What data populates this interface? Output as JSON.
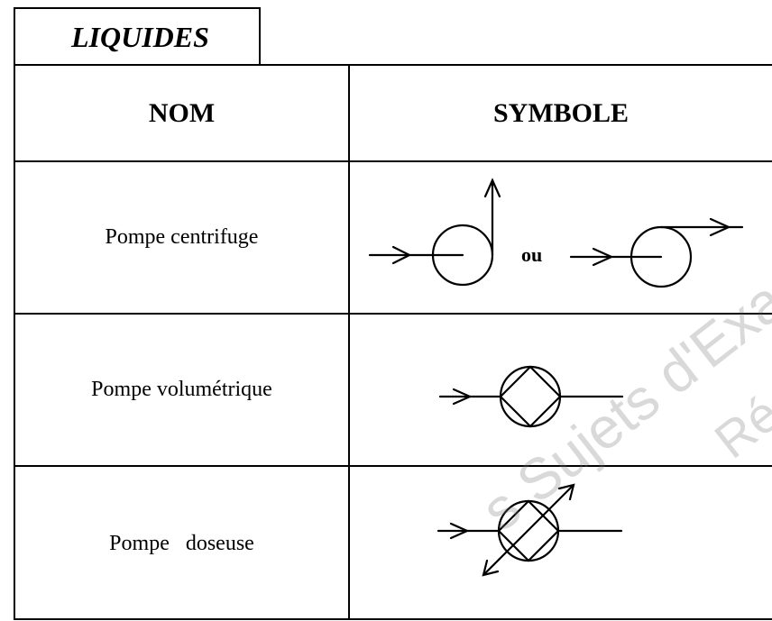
{
  "tab": {
    "title": "LIQUIDES"
  },
  "headers": {
    "name": "NOM",
    "symbol": "SYMBOLE"
  },
  "rows": [
    {
      "name": "Pompe centrifuge",
      "icon": "centrifugal-pump-symbol",
      "separator": "ou"
    },
    {
      "name": "Pompe volumétrique",
      "icon": "volumetric-pump-symbol"
    },
    {
      "name": "Pompe   doseuse",
      "icon": "metering-pump-symbol"
    }
  ],
  "watermark": {
    "line1": "s Sujets d'Exa",
    "line2": "Ré"
  }
}
